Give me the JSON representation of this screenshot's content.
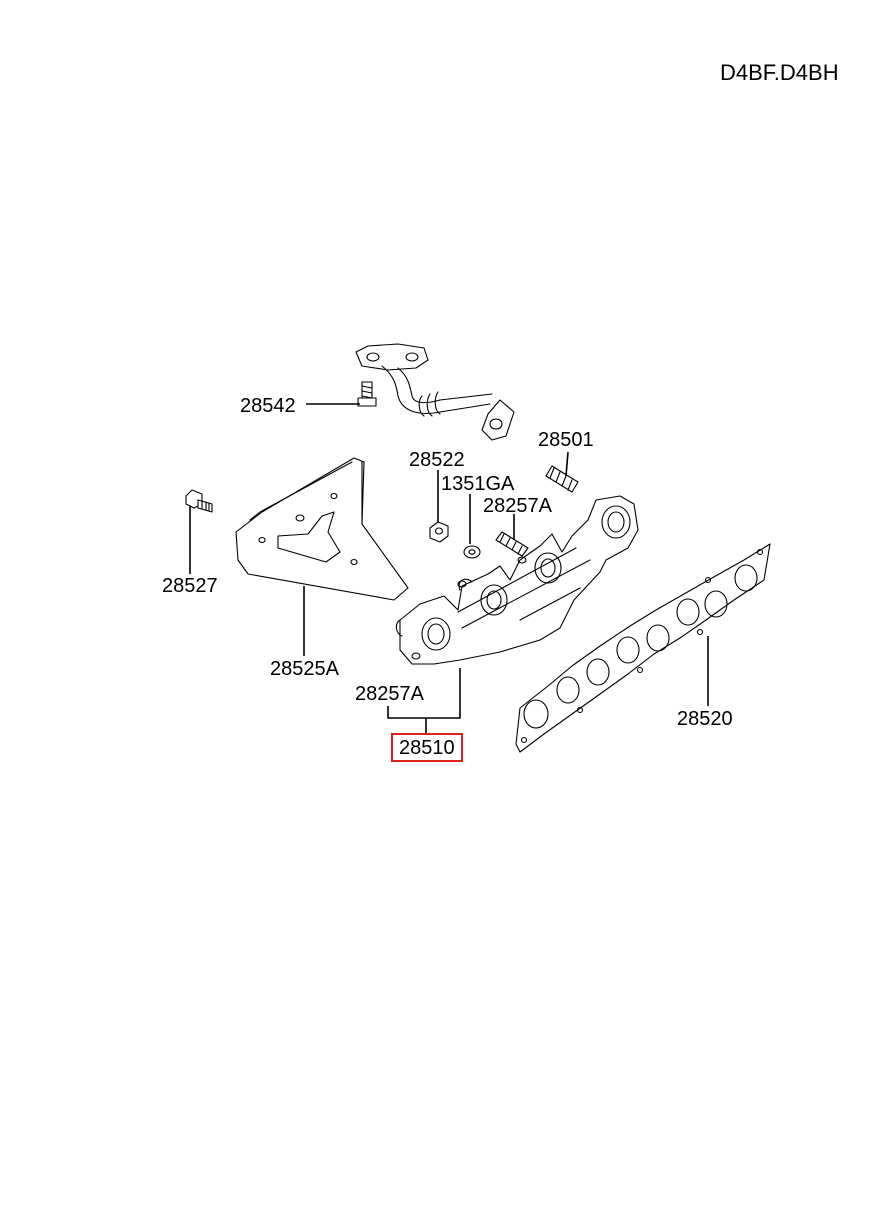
{
  "header": {
    "model_code": "D4BF.D4BH"
  },
  "callouts": [
    {
      "id": "28542",
      "text": "28542",
      "interactable": true
    },
    {
      "id": "28501",
      "text": "28501",
      "interactable": true
    },
    {
      "id": "28522",
      "text": "28522",
      "interactable": true
    },
    {
      "id": "1351GA",
      "text": "1351GA",
      "interactable": true
    },
    {
      "id": "28257A_top",
      "text": "28257A",
      "interactable": true
    },
    {
      "id": "28527",
      "text": "28527",
      "interactable": true
    },
    {
      "id": "28525A",
      "text": "28525A",
      "interactable": true
    },
    {
      "id": "28257A_bottom",
      "text": "28257A",
      "interactable": true
    },
    {
      "id": "28510",
      "text": "28510",
      "interactable": true,
      "highlighted": true,
      "highlight_color": "#e0201b"
    },
    {
      "id": "28520",
      "text": "28520",
      "interactable": true
    }
  ]
}
